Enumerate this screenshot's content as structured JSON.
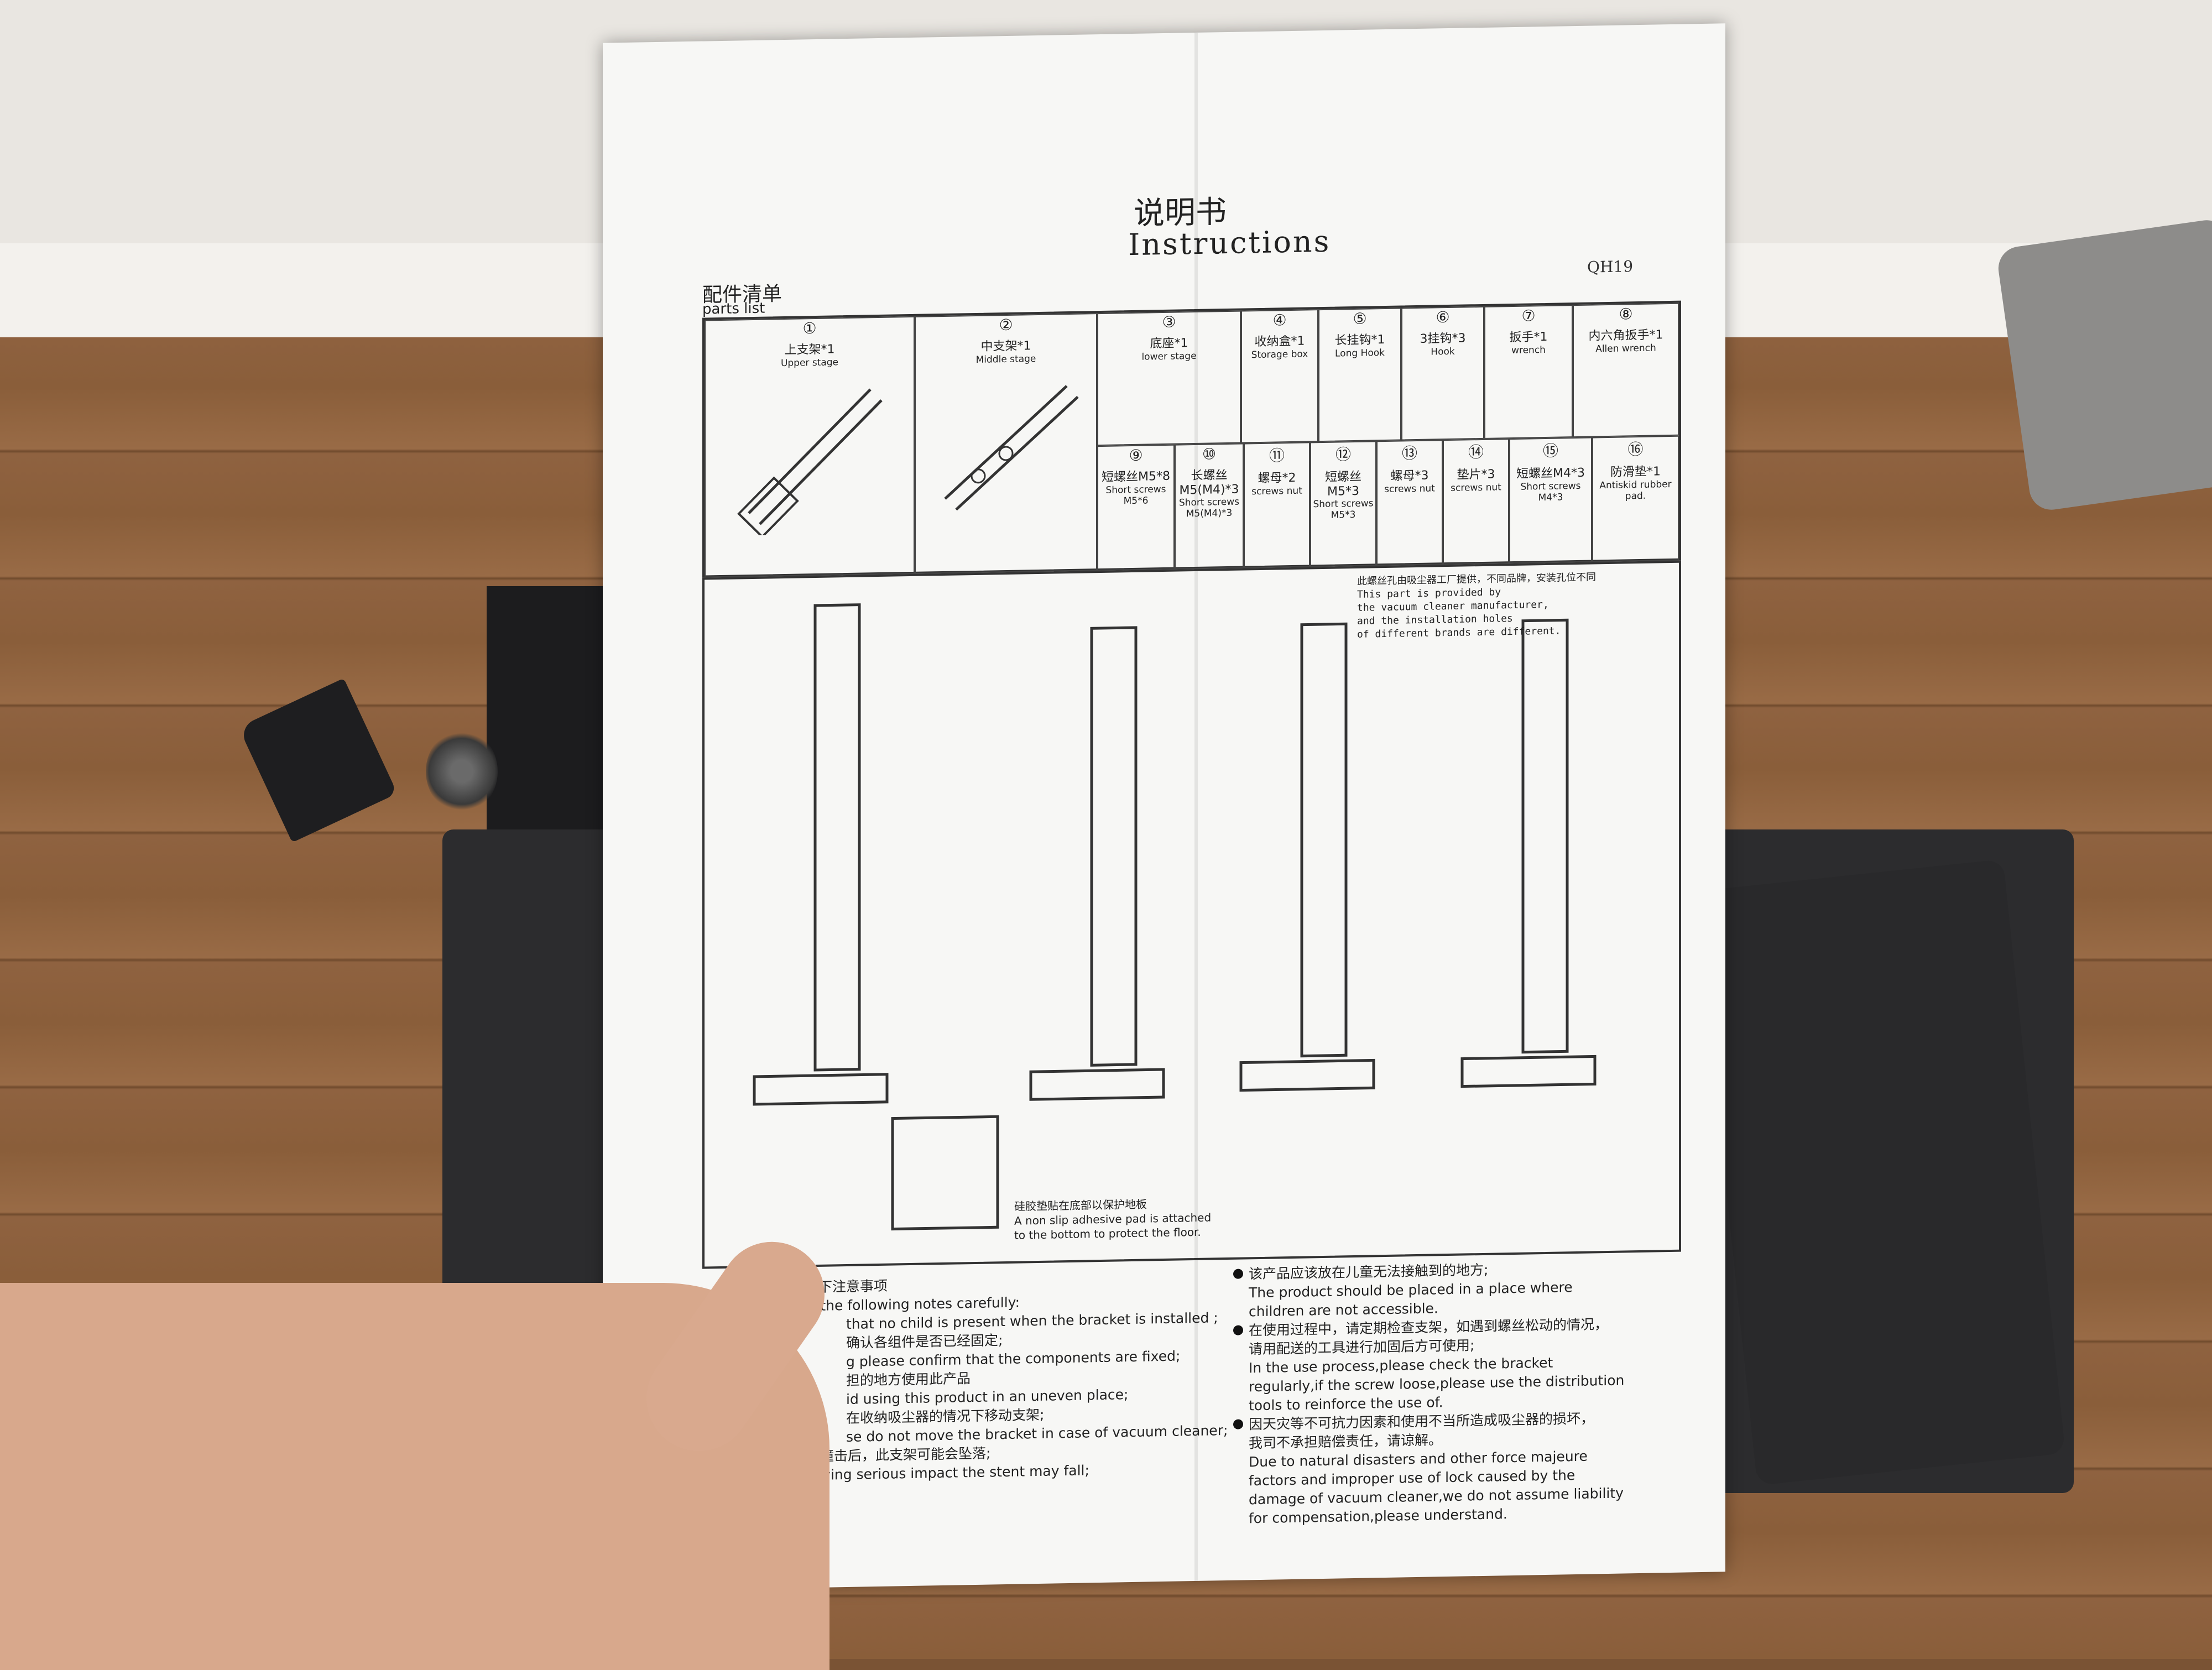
{
  "manual": {
    "title_cn": "说明书",
    "title_en": "Instructions",
    "model": "QH19",
    "parts_heading_cn": "配件清单",
    "parts_heading_en": "parts list",
    "parts": [
      {
        "num": "①",
        "cn": "上支架*1",
        "en": "Upper stage"
      },
      {
        "num": "②",
        "cn": "中支架*1",
        "en": "Middle stage"
      },
      {
        "num": "③",
        "cn": "底座*1",
        "en": "lower stage"
      },
      {
        "num": "④",
        "cn": "收纳盒*1",
        "en": "Storage box"
      },
      {
        "num": "⑤",
        "cn": "长挂钩*1",
        "en": "Long Hook"
      },
      {
        "num": "⑥",
        "cn": "3挂钩*3",
        "en": "Hook"
      },
      {
        "num": "⑦",
        "cn": "扳手*1",
        "en": "wrench"
      },
      {
        "num": "⑧",
        "cn": "内六角扳手*1",
        "en": "Allen wrench"
      },
      {
        "num": "⑨",
        "cn": "短螺丝M5*8",
        "en": "Short screws M5*6"
      },
      {
        "num": "⑩",
        "cn": "长螺丝M5(M4)*3",
        "en": "Short screws M5(M4)*3"
      },
      {
        "num": "⑪",
        "cn": "螺母*2",
        "en": "screws nut"
      },
      {
        "num": "⑫",
        "cn": "短螺丝M5*3",
        "en": "Short screws M5*3"
      },
      {
        "num": "⑬",
        "cn": "螺母*3",
        "en": "screws nut"
      },
      {
        "num": "⑭",
        "cn": "垫片*3",
        "en": "screws nut"
      },
      {
        "num": "⑮",
        "cn": "短螺丝M4*3",
        "en": "Short screws M4*3"
      },
      {
        "num": "⑯",
        "cn": "防滑垫*1",
        "en": "Antiskid rubber pad."
      }
    ],
    "diagram_note_cn": "此螺丝孔由吸尘器工厂提供，不同品牌，安装孔位不同",
    "diagram_note_en_1": "This part is provided by",
    "diagram_note_en_2": "the vacuum cleaner manufacturer,",
    "diagram_note_en_3": "and the installation holes",
    "diagram_note_en_4": "of different brands are different.",
    "pad_note_cn": "硅胶垫贴在底部以保护地板",
    "pad_note_en_1": "A non slip adhesive pad is attached",
    "pad_note_en_2": "to the bottom to protect the floor.",
    "notes_left": [
      "请仔细阅读以下注意事项",
      "Please read the following notes carefully:",
      "that no child is present when the bracket is installed ;",
      "确认各组件是否已经固定;",
      "g please confirm that the components are fixed;",
      "担的地方使用此产品",
      "id using this product in an uneven place;",
      "在收纳吸尘器的情况下移动支架;",
      "se do not move the bracket in case of vacuum cleaner;",
      "在受到严重撞击后，此支架可能会坠落;",
      "After receiving serious impact the stent may fall;"
    ],
    "notes_right": [
      "该产品应该放在儿童无法接触到的地方;",
      "The product should be placed in a place where",
      "children are not accessible.",
      "在使用过程中，请定期检查支架，如遇到螺丝松动的情况，",
      "请用配送的工具进行加固后方可使用;",
      "In the use process,please check the bracket",
      "regularly,if the screw loose,please use the distribution",
      "tools to reinforce the use of.",
      "因天灾等不可抗力因素和使用不当所造成吸尘器的损坏，",
      "我司不承担赔偿责任，请谅解。",
      "Due to natural disasters and other force majeure",
      "factors and improper use of lock caused by the",
      "damage of vacuum cleaner,we do not assume liability",
      "for compensation,please understand."
    ]
  }
}
